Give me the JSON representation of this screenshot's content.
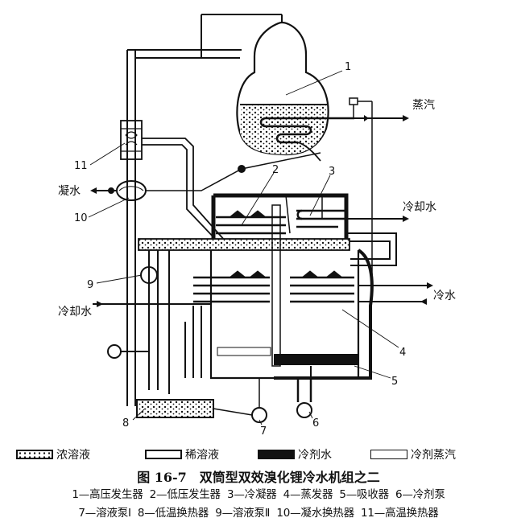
{
  "diagram": {
    "callouts": [
      {
        "num": "1",
        "name": "高压发生器"
      },
      {
        "num": "2",
        "name": "低压发生器"
      },
      {
        "num": "3",
        "name": "冷凝器"
      },
      {
        "num": "4",
        "name": "蒸发器"
      },
      {
        "num": "5",
        "name": "吸收器"
      },
      {
        "num": "6",
        "name": "冷剂泵"
      },
      {
        "num": "7",
        "name": "溶液泵Ⅰ"
      },
      {
        "num": "8",
        "name": "低温换热器"
      },
      {
        "num": "9",
        "name": "溶液泵Ⅱ"
      },
      {
        "num": "10",
        "name": "凝水换热器"
      },
      {
        "num": "11",
        "name": "高温换热器"
      }
    ],
    "flow_labels": {
      "steam": "蒸汽",
      "condensate": "凝水",
      "cooling_water_top": "冷却水",
      "cooling_water_left": "冷却水",
      "chilled_water": "冷水"
    }
  },
  "legend": [
    {
      "key": "conc",
      "label": "浓溶液"
    },
    {
      "key": "dilute",
      "label": "稀溶液"
    },
    {
      "key": "water",
      "label": "冷剂水"
    },
    {
      "key": "vapor",
      "label": "冷剂蒸汽"
    }
  ],
  "caption": "图 16-7　双筒型双效溴化锂冷水机组之二",
  "key_lines": [
    [
      "1—高压发生器",
      "2—低压发生器",
      "3—冷凝器",
      "4—蒸发器",
      "5—吸收器",
      "6—冷剂泵"
    ],
    [
      "7—溶液泵Ⅰ",
      "8—低温换热器",
      "9—溶液泵Ⅱ",
      "10—凝水换热器",
      "11—高温换热器"
    ]
  ]
}
